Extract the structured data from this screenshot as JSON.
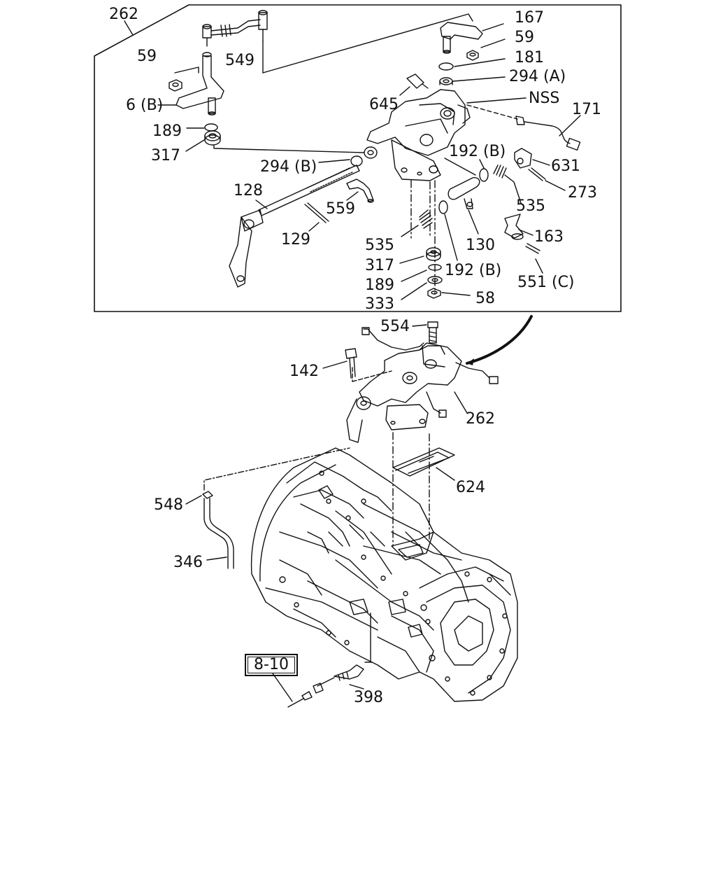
{
  "labels": {
    "l262_top": "262",
    "l549": "549",
    "l59_left": "59",
    "l6b": "6 (B)",
    "l189_top": "189",
    "l317_top": "317",
    "l167": "167",
    "l59_right": "59",
    "l181": "181",
    "l294a": "294 (A)",
    "l645": "645",
    "lnss": "NSS",
    "l171": "171",
    "l294b": "294 (B)",
    "l192b_top": "192 (B)",
    "l631": "631",
    "l273": "273",
    "l128": "128",
    "l559": "559",
    "l535_right": "535",
    "l129": "129",
    "l163": "163",
    "l130": "130",
    "l535_mid": "535",
    "l317_mid": "317",
    "l192b_mid": "192 (B)",
    "l551c": "551 (C)",
    "l189_mid": "189",
    "l333": "333",
    "l58": "58",
    "l554": "554",
    "l142": "142",
    "l262_bottom": "262",
    "l624": "624",
    "l548": "548",
    "l346": "346",
    "l398": "398",
    "l8_10": "8-10"
  }
}
